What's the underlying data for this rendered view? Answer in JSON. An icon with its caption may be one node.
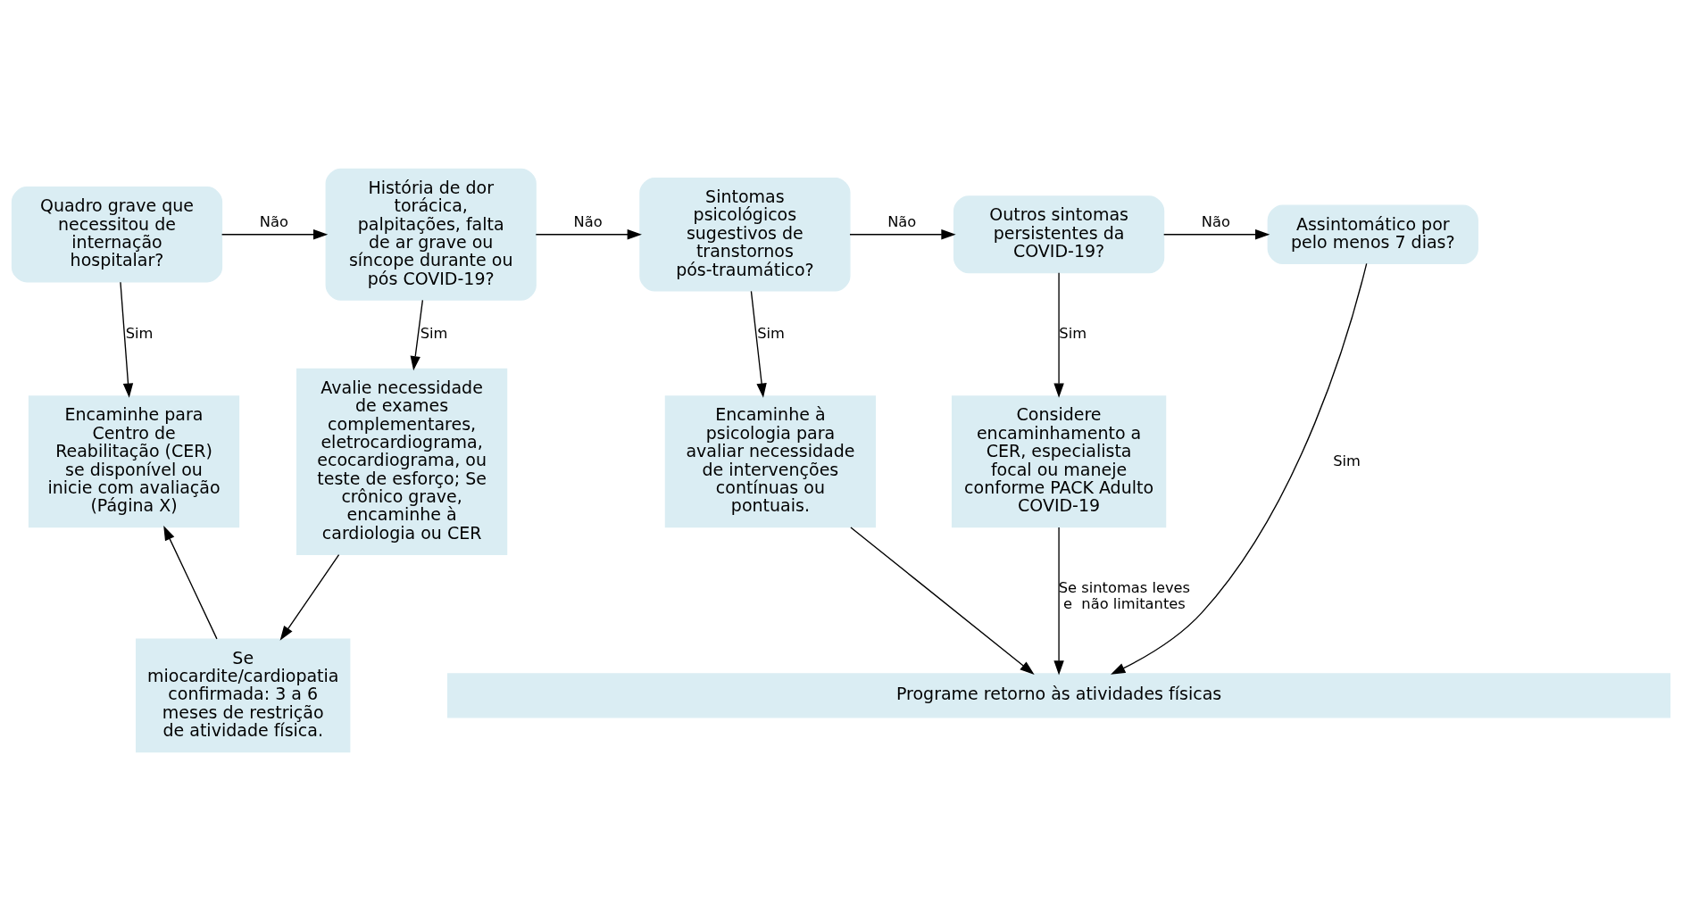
{
  "diagram": {
    "nodes": [
      {
        "text": [
          "Quadro grave que necessitou de internação hospitalar?"
        ]
      },
      {
        "text": [
          "História de dor torácica, palpitações, falta de ar grave ou síncope durante ou pós COVID-19?"
        ]
      },
      {
        "text": [
          "Sintomas psicológicos sugestivos de transtornos pós-traumático?"
        ]
      },
      {
        "text": [
          "Outros sintomas persistentes da COVID-19?"
        ]
      },
      {
        "text": [
          "Assintomático por pelo menos 7 dias?"
        ]
      },
      {
        "text": [
          "Encaminhe para Centro de Reabilitação (CER) se disponível ou inicie com avaliação (Página X)"
        ]
      },
      {
        "text": [
          "Avalie necessidade de exames complementares, eletrocardiograma, ecocardiograma, ou teste de esforço; Se crônico grave, encaminhe à cardiologia ou CER"
        ]
      },
      {
        "text": [
          "Encaminhe à psicologia para avaliar necessidade de intervenções contínuas ou pontuais."
        ]
      },
      {
        "text": [
          "Considere encaminhamento a CER, especialista focal ou maneje conforme PACK Adulto COVID-19"
        ]
      },
      {
        "text": [
          "Se miocardite/cardiopatia confirmada: 3 a 6 meses de restrição de atividade física."
        ]
      },
      {
        "text": [
          "Programe retorno às atividades físicas"
        ]
      }
    ],
    "edges": [
      {
        "from": 0,
        "to": 1,
        "arrow": "to",
        "label": "Não"
      },
      {
        "from": 1,
        "to": 2,
        "arrow": "to",
        "label": "Não"
      },
      {
        "from": 2,
        "to": 3,
        "arrow": "to",
        "label": "Não"
      },
      {
        "from": 3,
        "to": 4,
        "arrow": "to",
        "label": "Não"
      },
      {
        "from": 0,
        "to": 5,
        "arrow": "to",
        "label": "Sim"
      },
      {
        "from": 1,
        "to": 6,
        "arrow": "to",
        "label": "Sim"
      },
      {
        "from": 2,
        "to": 7,
        "arrow": "to",
        "label": "Sim"
      },
      {
        "from": 3,
        "to": 8,
        "arrow": "to",
        "label": "Sim"
      },
      {
        "from": 6,
        "to": 9,
        "arrow": "to"
      },
      {
        "from": 9,
        "to": 5,
        "arrow": "to"
      },
      {
        "from": 7,
        "to": 10,
        "arrow": "to"
      },
      {
        "from": 8,
        "to": 10,
        "arrow": "to",
        "label": "Se sintomas leves e  não limitantes"
      },
      {
        "from": 4,
        "to": 10,
        "arrow": "to",
        "label": "Sim"
      }
    ]
  }
}
